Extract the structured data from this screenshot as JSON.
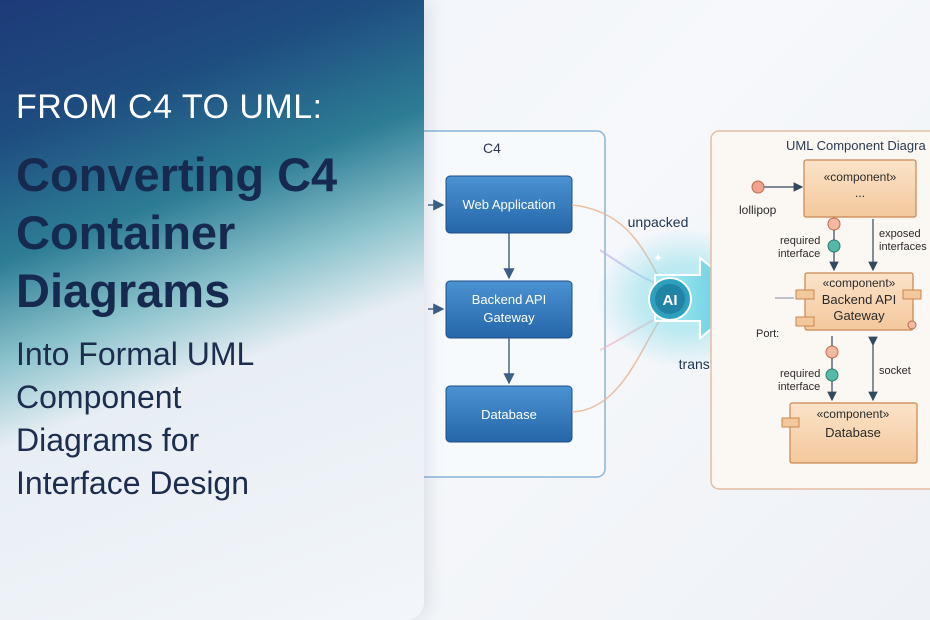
{
  "title": {
    "kicker": "FROM C4 TO UML:",
    "headline": [
      "Converting C4",
      "Container",
      "Diagrams"
    ],
    "subline": [
      "Into Formal UML",
      "Component",
      "Diagrams for",
      "Interface Design"
    ]
  },
  "c4": {
    "panel_title": "C4",
    "nodes": [
      "Web Application",
      "Backend API Gateway",
      "Database"
    ],
    "node_lines": [
      [
        "Web Application"
      ],
      [
        "Backend API",
        "Gateway"
      ],
      [
        "Database"
      ]
    ]
  },
  "transform": {
    "badge": "AI",
    "label_top": "unpacked",
    "label_bottom": "transformed"
  },
  "uml": {
    "panel_title": "UML Component Diagra",
    "components": [
      {
        "stereotype": "«component»",
        "name": "..."
      },
      {
        "stereotype": "«component»",
        "name": "Backend API",
        "name2": "Gateway"
      },
      {
        "stereotype": "«component»",
        "name": "Database"
      }
    ],
    "labels": {
      "lollipop": "lollipop",
      "required1": [
        "required",
        "interface"
      ],
      "exposed": [
        "exposed",
        "interfaces"
      ],
      "port": "Port:",
      "required2": [
        "required",
        "interface"
      ],
      "socket": "socket"
    }
  },
  "colors": {
    "c4_box": "#2f73b8",
    "uml_box": "#f6d2ad",
    "uml_stroke": "#d99157",
    "accent": "#48c6d8"
  }
}
